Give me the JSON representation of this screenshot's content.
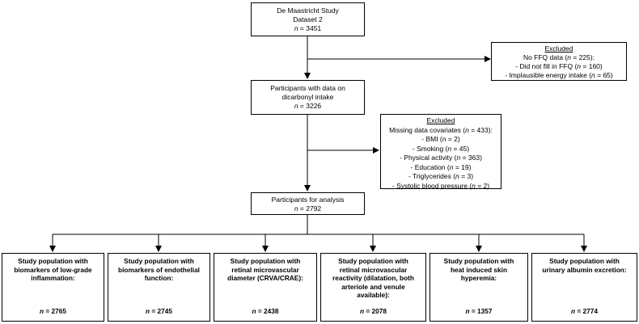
{
  "start": {
    "line1": "De Maastricht Study",
    "line2": "Dataset 2",
    "n_label": "n",
    "n_value": " = 3451"
  },
  "excluded1": {
    "title": "Excluded",
    "items": [
      {
        "prefix": "No FFQ data (",
        "n": "n",
        "suffix": " = 225):"
      },
      {
        "prefix": "- Did not fill in FFQ (",
        "n": "n",
        "suffix": " = 160)"
      },
      {
        "prefix": "- Implausible energy intake (",
        "n": "n",
        "suffix": " = 65)"
      }
    ]
  },
  "intake": {
    "line1": "Participants with data on",
    "line2": "dicarbonyl intake",
    "n_label": "n",
    "n_value": " = 3226"
  },
  "excluded2": {
    "title": "Excluded",
    "items": [
      {
        "prefix": "Missing data covariates (",
        "n": "n",
        "suffix": " = 433):"
      },
      {
        "prefix": "-    BMI (",
        "n": "n",
        "suffix": " = 2)"
      },
      {
        "prefix": "-    Smoking (",
        "n": "n",
        "suffix": " = 45)"
      },
      {
        "prefix": "-    Physical activity (",
        "n": "n",
        "suffix": " = 363)"
      },
      {
        "prefix": "-    Education (",
        "n": "n",
        "suffix": " = 19)"
      },
      {
        "prefix": "-    Triglycerides (",
        "n": "n",
        "suffix": " = 3)"
      },
      {
        "prefix": "-    Systolic blood pressure (",
        "n": "n",
        "suffix": " = 2)"
      }
    ]
  },
  "analysis": {
    "line1": "Participants for analysis",
    "n_label": "n",
    "n_value": " = 2792"
  },
  "outcomes": [
    {
      "lines": [
        "Study population with",
        "biomarkers of low-grade",
        "inflammation:"
      ],
      "n_label": "n",
      "n_value": " = 2765"
    },
    {
      "lines": [
        "Study population with",
        "biomarkers of endothelial",
        "function:"
      ],
      "n_label": "n",
      "n_value": " = 2745"
    },
    {
      "lines": [
        "Study population with",
        "retinal microvascular",
        "diameter (CRVA/CRAE):"
      ],
      "n_label": "n",
      "n_value": " = 2438"
    },
    {
      "lines": [
        "Study population with",
        "retinal microvascular",
        "reactivity (dilatation, both",
        "arteriole and venule",
        "available):"
      ],
      "n_label": "n",
      "n_value": " = 2078"
    },
    {
      "lines": [
        "Study population with",
        "heat induced skin",
        "hyperemia:"
      ],
      "n_label": "n",
      "n_value": " = 1357"
    },
    {
      "lines": [
        "Study population with",
        "urinary albumin excretion:"
      ],
      "n_label": "n",
      "n_value": " = 2774"
    }
  ]
}
